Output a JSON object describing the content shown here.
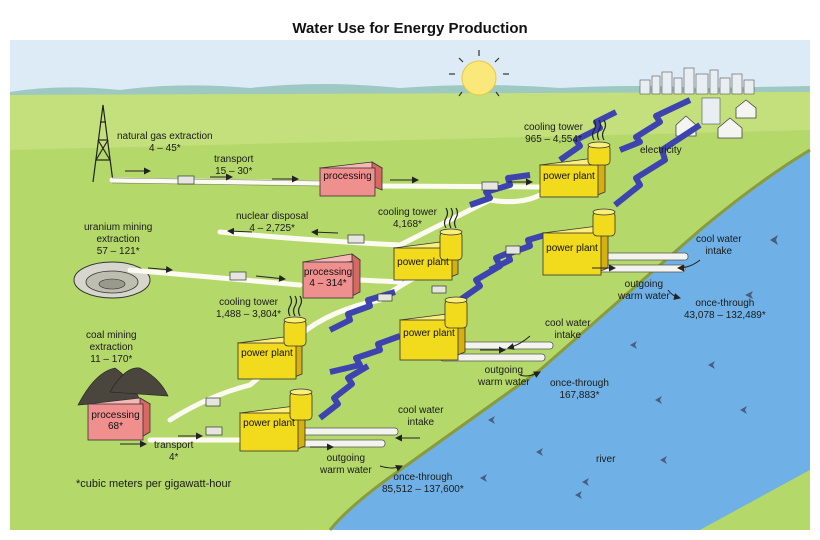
{
  "title": "Water Use for Energy Production",
  "footnote": "*cubic meters per gigawatt-hour",
  "colors": {
    "sky": "#dcebf6",
    "land": "#b5d86a",
    "river": "#6fb1e6",
    "power_plant": "#f2da1c",
    "processing": "#f0908e",
    "transmission": "#3d44b0"
  },
  "icons": [
    "sun-icon",
    "city-skyline-icon",
    "house-icon",
    "gas-derrick-icon",
    "coal-pile-icon",
    "mine-pit-icon",
    "truck-icon",
    "fish-icon",
    "lightning-icon",
    "steam-icon"
  ],
  "labels": {
    "natural_gas": {
      "name": "natural gas extraction",
      "value": "4 – 45*"
    },
    "transport_gas": {
      "name": "transport",
      "value": "15 – 30*"
    },
    "processing_gas": "processing",
    "power_plant": "power plant",
    "cooling_tower_top": {
      "name": "cooling tower",
      "value": "965 – 4,554*"
    },
    "electricity": "electricity",
    "uranium": {
      "name1": "uranium mining",
      "name2": "extraction",
      "value": "57 – 121*"
    },
    "nuclear_disposal": {
      "name": "nuclear disposal",
      "value": "4 – 2,725*"
    },
    "cooling_tower_nuclear": {
      "name": "cooling tower",
      "value": "4,168*"
    },
    "processing_uranium": {
      "name": "processing",
      "value": "4 – 314*"
    },
    "cooling_tower_coal": {
      "name": "cooling tower",
      "value": "1,488 – 3,804*"
    },
    "coal": {
      "name1": "coal mining",
      "name2": "extraction",
      "value": "11 – 170*"
    },
    "processing_coal": {
      "name": "processing",
      "value": "68*"
    },
    "transport_coal": {
      "name": "transport",
      "value": "4*"
    },
    "cool_water_intake": {
      "line1": "cool water",
      "line2": "intake"
    },
    "outgoing_warm_water": {
      "line1": "outgoing",
      "line2": "warm water"
    },
    "once_through_1": {
      "name": "once-through",
      "value": "43,078 – 132,489*"
    },
    "once_through_2": {
      "name": "once-through",
      "value": "167,883*"
    },
    "once_through_3": {
      "name": "once-through",
      "value": "85,512 – 137,600*"
    },
    "river": "river"
  }
}
